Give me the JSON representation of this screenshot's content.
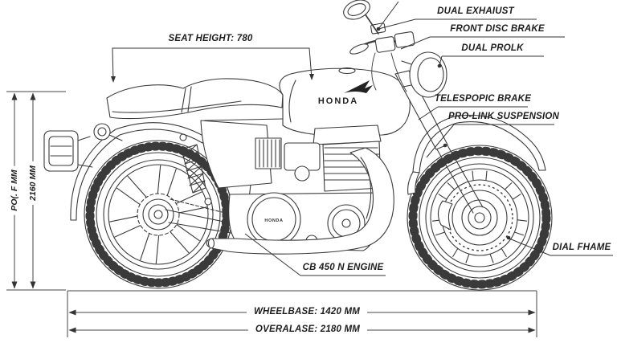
{
  "callouts": {
    "dual_exhaust": "DUAL EXHAIUST",
    "front_disc_brake": "FRONT DISC BRAKE",
    "dual_prolk": "DUAL PROLK",
    "seat_height": "SEAT HEIGHT: 780",
    "telescopic_brake": "TELESPOPIC BRAKE",
    "pro_link_suspension": "PRO-LINK SUSPENSION",
    "dial_fhame": "DIAL FHAME",
    "engine": "CB 450 N ENGINE"
  },
  "dimensions": {
    "wheelbase": "WHEELBASE: 1420 MM",
    "overall_length": "OVERALASE: 2180 MM",
    "height_outer": "PO(. F MM",
    "height_inner": "2160 MM"
  },
  "branding": {
    "tank_logo": "HONDA",
    "engine_logo": "HONDA"
  },
  "colors": {
    "line": "#3a3a3a",
    "label": "#1d1d1d",
    "background": "#ffffff"
  }
}
